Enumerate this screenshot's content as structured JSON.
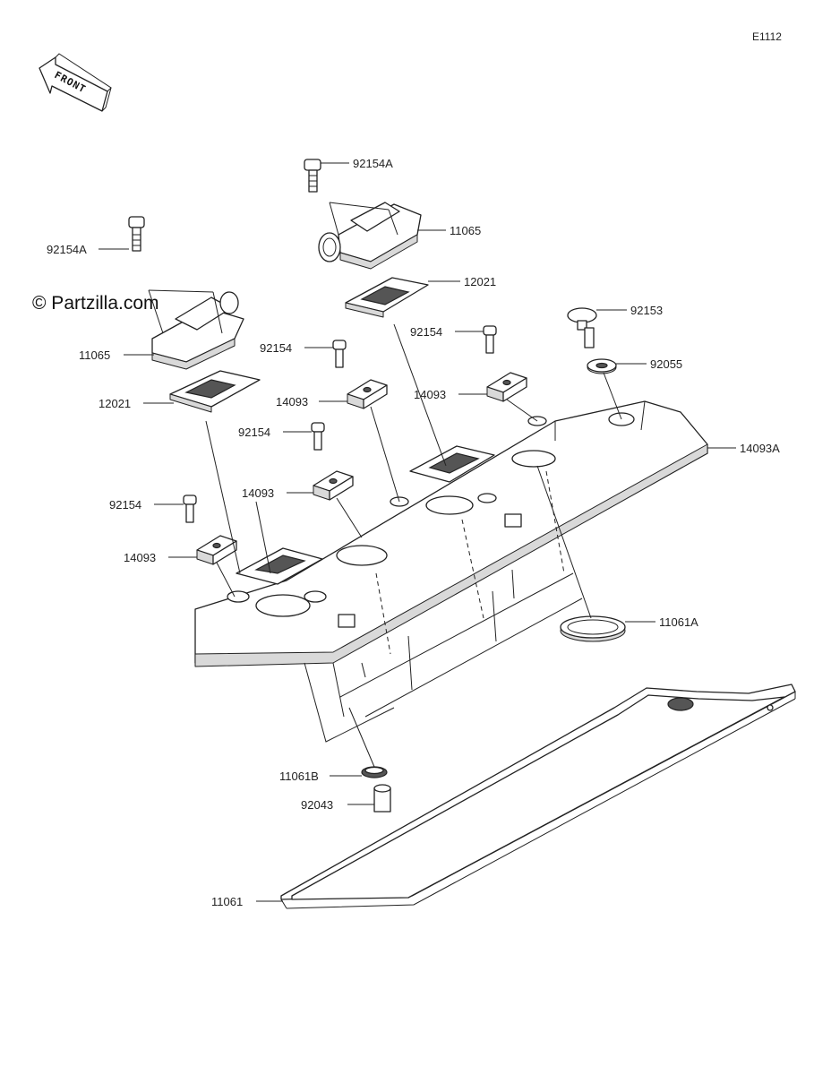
{
  "diagram_code": "E1112",
  "front_arrow_label": "FRONT",
  "watermark": "© Partzilla.com",
  "callouts": [
    {
      "id": "bolt_top_center",
      "label": "92154A"
    },
    {
      "id": "breather_cover_center",
      "label": "11065"
    },
    {
      "id": "plate_center",
      "label": "12021"
    },
    {
      "id": "bolt_left",
      "label": "92154A"
    },
    {
      "id": "breather_cover_left",
      "label": "11065"
    },
    {
      "id": "plate_left",
      "label": "12021"
    },
    {
      "id": "bolt_a",
      "label": "92154"
    },
    {
      "id": "rubber_a",
      "label": "14093"
    },
    {
      "id": "bolt_b",
      "label": "92154"
    },
    {
      "id": "rubber_b",
      "label": "14093"
    },
    {
      "id": "bolt_c",
      "label": "92154"
    },
    {
      "id": "rubber_c",
      "label": "14093"
    },
    {
      "id": "bolt_d",
      "label": "92154"
    },
    {
      "id": "rubber_d",
      "label": "14093"
    },
    {
      "id": "bolt_special",
      "label": "92153"
    },
    {
      "id": "washer",
      "label": "92055"
    },
    {
      "id": "cylinder_head_cover",
      "label": "14093A"
    },
    {
      "id": "oring_large",
      "label": "11061A"
    },
    {
      "id": "oring_small",
      "label": "11061B"
    },
    {
      "id": "collar",
      "label": "92043"
    },
    {
      "id": "cover_gasket",
      "label": "11061"
    }
  ]
}
